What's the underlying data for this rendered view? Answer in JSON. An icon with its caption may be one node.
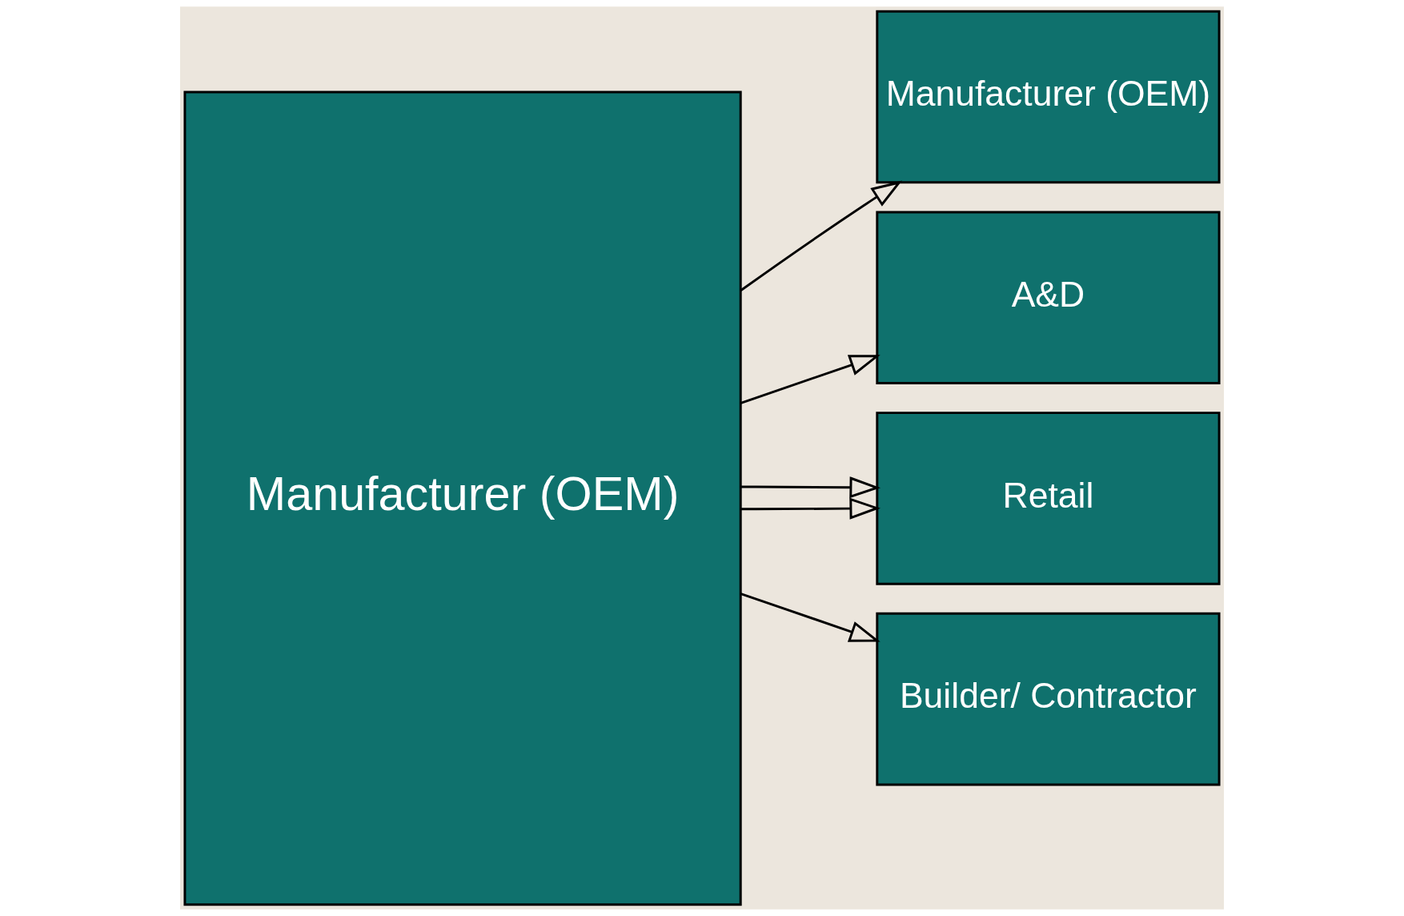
{
  "diagram": {
    "nodes": [
      {
        "text": [
          "Manufacturer (OEM)"
        ]
      },
      {
        "text": [
          "Manufacturer (OEM)"
        ]
      },
      {
        "text": [
          "A&D"
        ]
      },
      {
        "text": [
          "Retail"
        ]
      },
      {
        "text": [
          "Builder/ Contractor"
        ]
      }
    ],
    "edges": [
      {
        "from": 0,
        "to": 1,
        "arrow": "to"
      },
      {
        "from": 0,
        "to": 2,
        "arrow": "to"
      },
      {
        "from": 0,
        "to": 3,
        "arrow": "to"
      },
      {
        "from": 0,
        "to": 3,
        "arrow": "to"
      },
      {
        "from": 0,
        "to": 4,
        "arrow": "to"
      }
    ]
  }
}
